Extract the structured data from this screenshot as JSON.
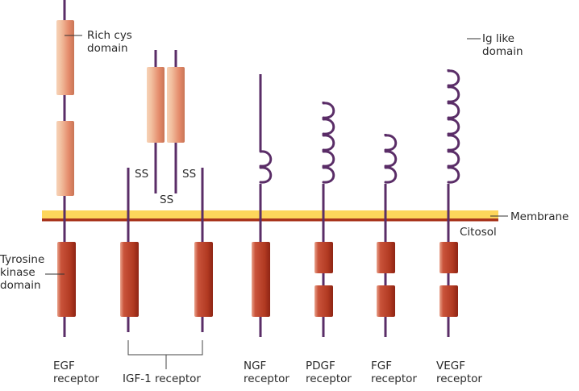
{
  "diagram": {
    "colors": {
      "stalk": "#5a2d67",
      "extracellular_domain": "#e89a78",
      "kinase_domain": "#b83a22",
      "membrane": "#fdd65b",
      "membrane_inner": "#a8341c",
      "leader_line": "#333333"
    },
    "annotations": {
      "rich_cys": [
        "Rich cys",
        "domain"
      ],
      "ig_like": [
        "Ig like",
        "domain"
      ],
      "tyrosine_kinase": [
        "Tyrosine",
        "kinase",
        "domain"
      ],
      "membrane": "Membrane",
      "cytosol": "Citosol",
      "disulfide": "SS"
    },
    "receptors": [
      {
        "name": "EGF",
        "subtitle": "receptor",
        "extracellular": "2 rich cys domains",
        "kinase_domains": 1
      },
      {
        "name": "IGF-1 receptor",
        "subtitle": "",
        "extracellular": "2 chains, rich cys domains, disulfide-linked (SS)",
        "kinase_domains": 2
      },
      {
        "name": "NGF",
        "subtitle": "receptor",
        "ig_domains": 2,
        "kinase_domains": 1
      },
      {
        "name": "PDGF",
        "subtitle": "receptor",
        "ig_domains": 5,
        "kinase_domains": 2
      },
      {
        "name": "FGF",
        "subtitle": "receptor",
        "ig_domains": 3,
        "kinase_domains": 2
      },
      {
        "name": "VEGF",
        "subtitle": "receptor",
        "ig_domains": 7,
        "kinase_domains": 2
      }
    ]
  }
}
